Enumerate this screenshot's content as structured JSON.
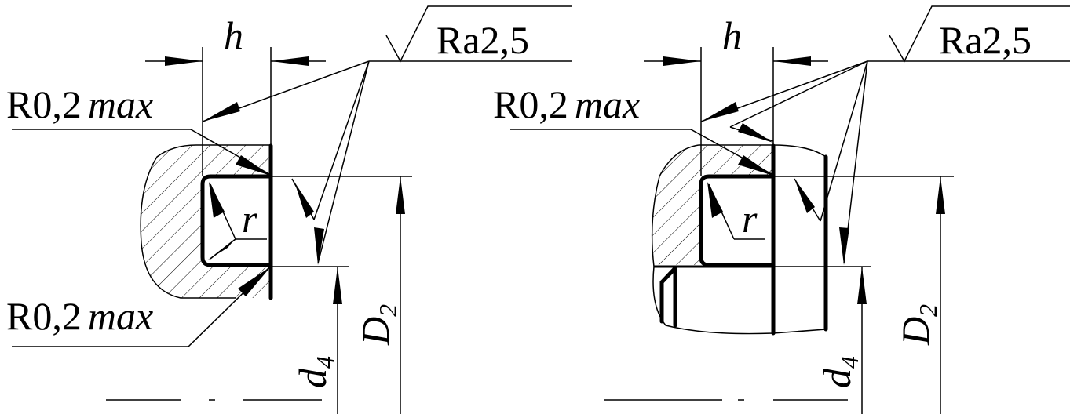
{
  "views": [
    {
      "id": "left",
      "dimension_h": "h",
      "roughness": "Ra2,5",
      "edge_radius_top": {
        "value": "R0,2",
        "suffix": "max"
      },
      "edge_radius_bottom": {
        "value": "R0,2",
        "suffix": "max"
      },
      "fillet_radius": "r",
      "diameter_small": {
        "base": "d",
        "subscript": "4"
      },
      "diameter_large": {
        "base": "D",
        "subscript": "2"
      }
    },
    {
      "id": "right",
      "dimension_h": "h",
      "roughness": "Ra2,5",
      "edge_radius_top": {
        "value": "R0,2",
        "suffix": "max"
      },
      "fillet_radius": "r",
      "diameter_small": {
        "base": "d",
        "subscript": "4"
      },
      "diameter_large": {
        "base": "D",
        "subscript": "2"
      }
    }
  ]
}
